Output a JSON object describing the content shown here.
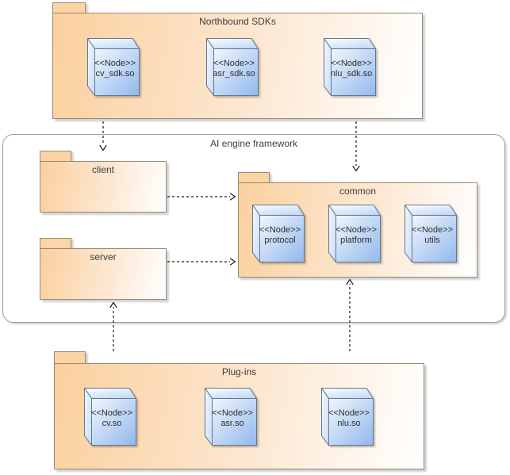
{
  "frame": {
    "label": "AI engine framework"
  },
  "packages": {
    "northbound": {
      "label": "Northbound SDKs"
    },
    "client": {
      "label": "client"
    },
    "server": {
      "label": "server"
    },
    "common": {
      "label": "common"
    },
    "plugins": {
      "label": "Plug-ins"
    }
  },
  "nodes": {
    "cv_sdk": {
      "stereotype": "<<Node>>",
      "name": "cv_sdk.so"
    },
    "asr_sdk": {
      "stereotype": "<<Node>>",
      "name": "asr_sdk.so"
    },
    "nlu_sdk": {
      "stereotype": "<<Node>>",
      "name": "nlu_sdk.so"
    },
    "protocol": {
      "stereotype": "<<Node>>",
      "name": "protocol"
    },
    "platform": {
      "stereotype": "<<Node>>",
      "name": "platform"
    },
    "utils": {
      "stereotype": "<<Node>>",
      "name": "utils"
    },
    "cv": {
      "stereotype": "<<Node>>",
      "name": "cv.so"
    },
    "asr": {
      "stereotype": "<<Node>>",
      "name": "asr.so"
    },
    "nlu": {
      "stereotype": "<<Node>>",
      "name": "nlu.so"
    }
  },
  "arrows": [
    {
      "from": "cv_sdk.so",
      "to": "client",
      "style": "dashed",
      "direction": "down"
    },
    {
      "from": "nlu_sdk.so",
      "to": "common",
      "style": "dashed",
      "direction": "down"
    },
    {
      "from": "client",
      "to": "common",
      "style": "dashed",
      "direction": "right"
    },
    {
      "from": "server",
      "to": "common",
      "style": "dashed",
      "direction": "right"
    },
    {
      "from": "Plug-ins",
      "to": "server",
      "style": "dashed",
      "direction": "up"
    },
    {
      "from": "Plug-ins",
      "to": "common",
      "style": "dashed",
      "direction": "up"
    }
  ],
  "colors": {
    "package_fill": "#fbd09e",
    "package_fill_fade": "#ffffff",
    "package_stroke": "#9b8871",
    "node_fill_light": "#eef4fd",
    "node_fill_dark": "#92b8ec",
    "node_stroke": "#61788f",
    "frame_stroke": "#9e9e9e",
    "arrow": "#1a1a1a",
    "text": "#3d3d3d",
    "background": "#ffffff"
  }
}
